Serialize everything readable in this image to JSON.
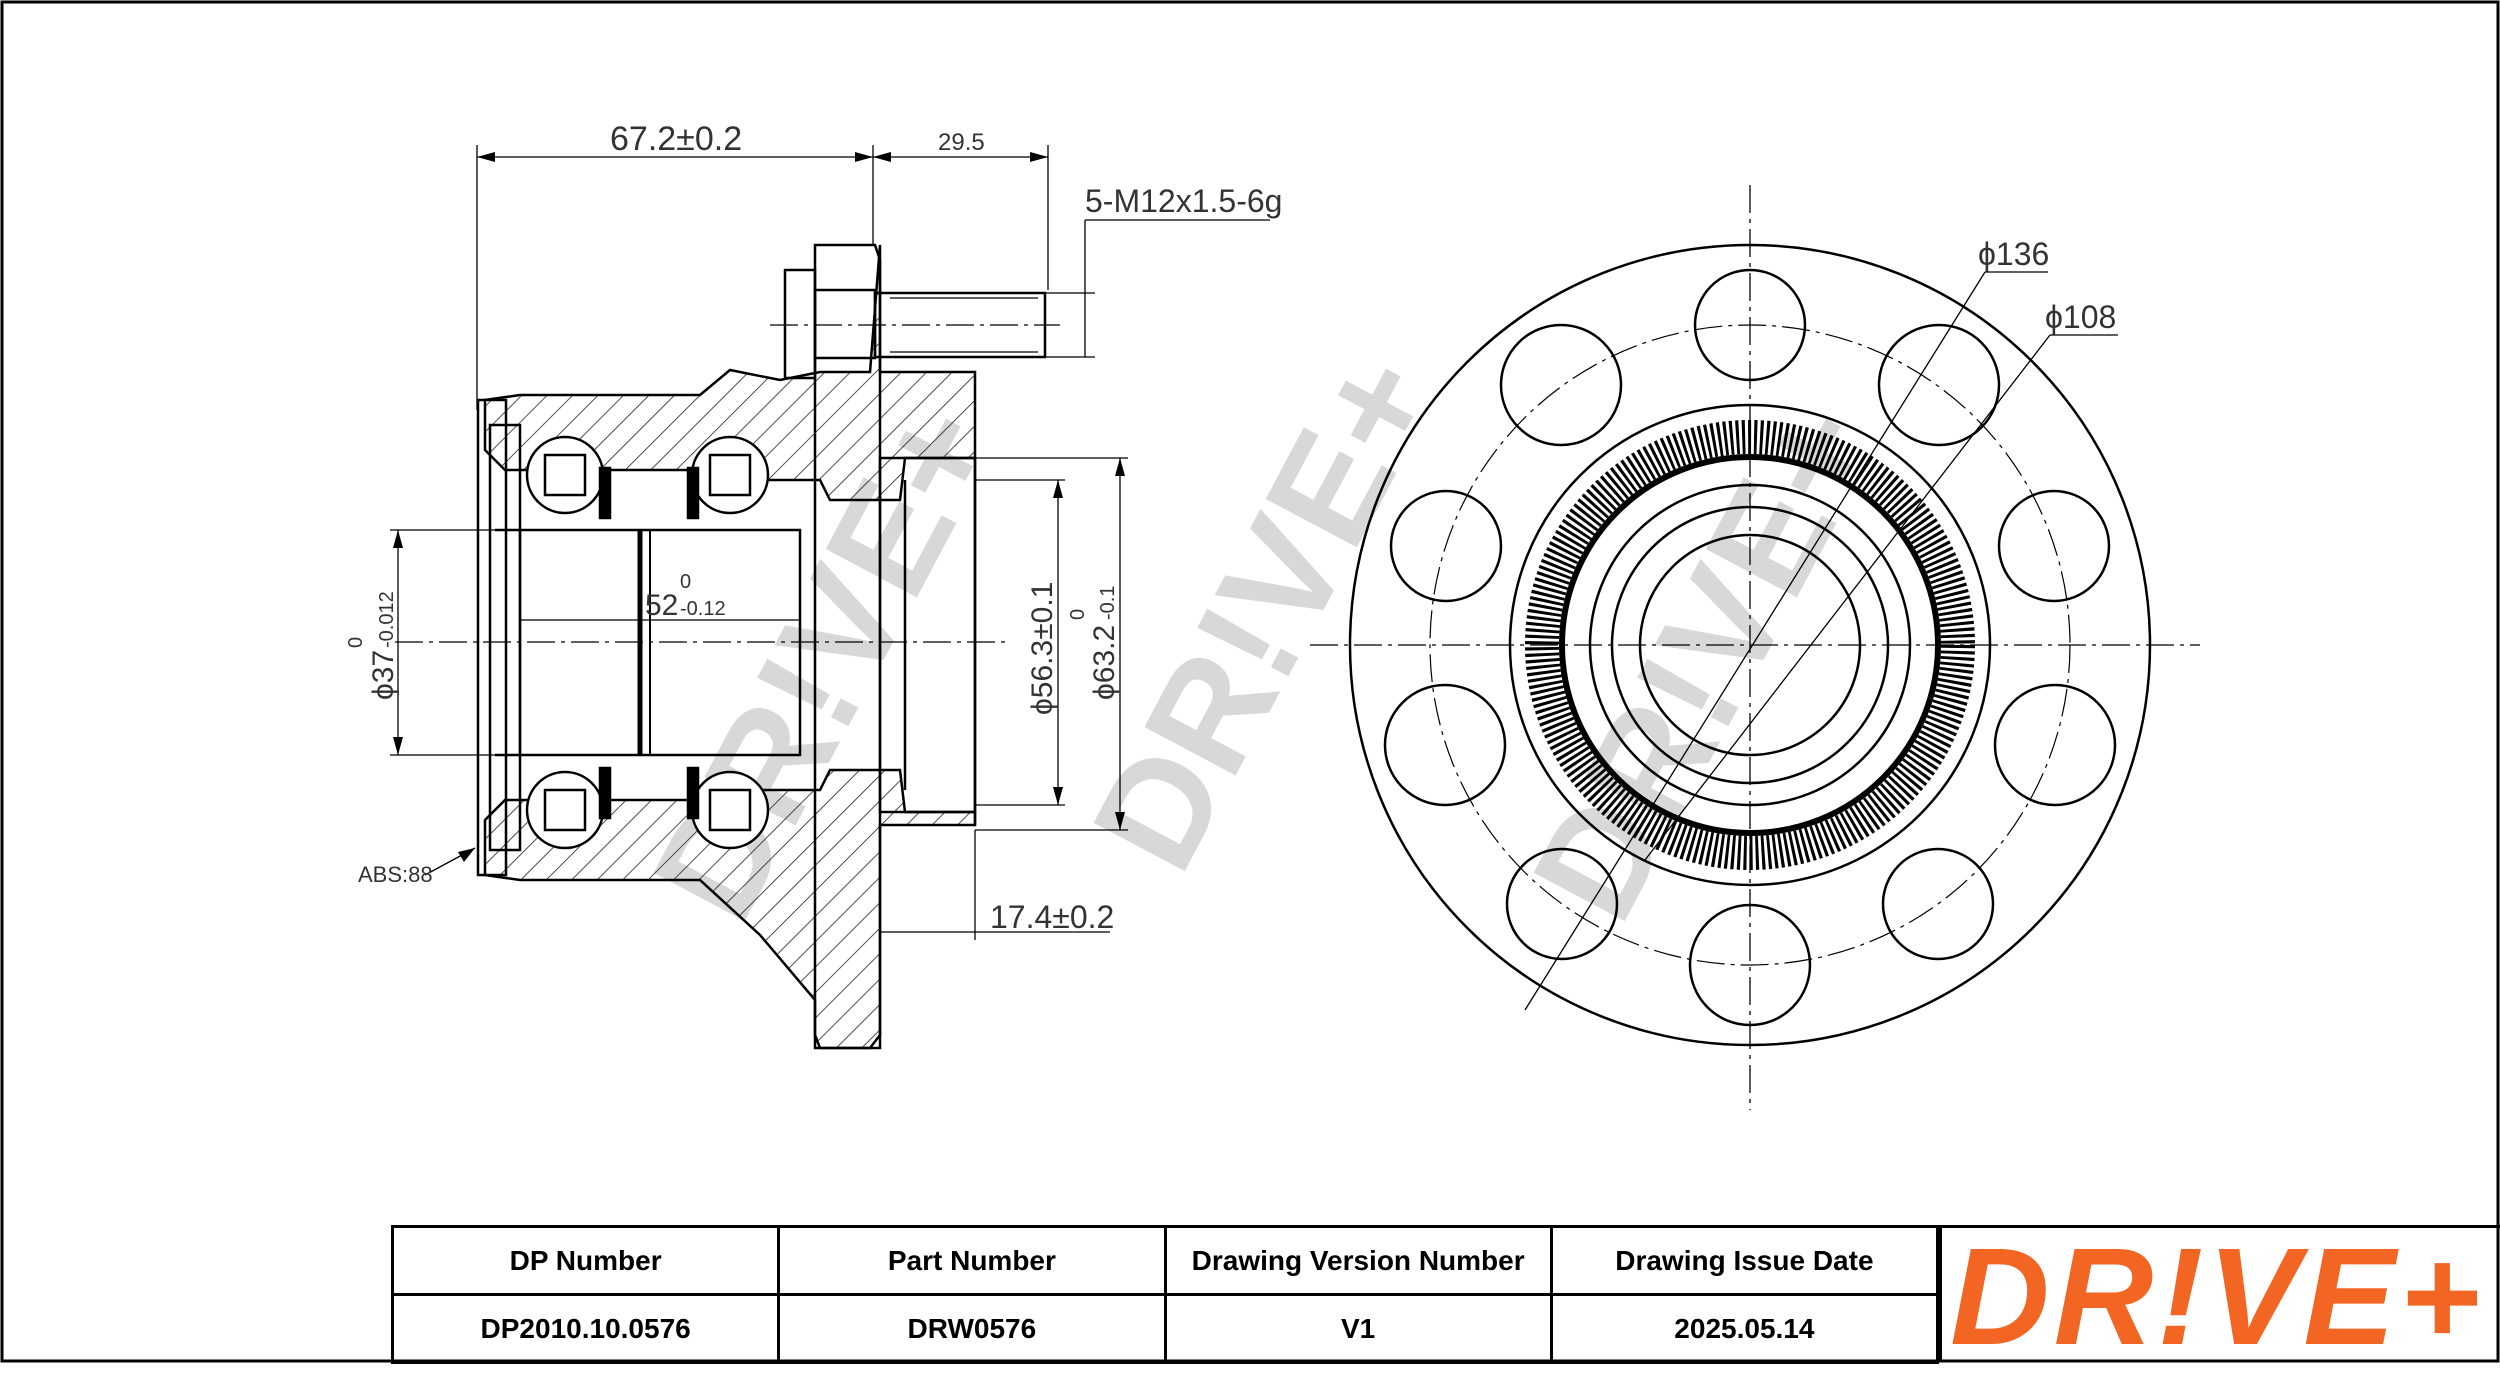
{
  "brand": {
    "watermark_text": "DR!VE+",
    "logo_text": "DR!VE+",
    "logo_color": "#f26522",
    "watermark_color": "#d8d8d8"
  },
  "dimensions": {
    "overall_length": "67.2±0.2",
    "stud_length": "29.5",
    "thread_spec": "5-M12x1.5-6g",
    "pcd_outer": "ϕ136",
    "pcd_inner": "ϕ108",
    "inner_diameter": "ϕ37",
    "inner_diameter_tol_upper": "0",
    "inner_diameter_tol_lower": "-0.012",
    "bearing_width": "52",
    "bearing_width_tol_upper": "0",
    "bearing_width_tol_lower": "-0.12",
    "pilot_diameter": "ϕ56.3±0.1",
    "spigot_diameter": "ϕ63.2",
    "spigot_diameter_tol_upper": "0",
    "spigot_diameter_tol_lower": "-0.1",
    "flange_offset": "17.4±0.2",
    "abs_label": "ABS:88"
  },
  "title_block": {
    "headers": [
      "DP Number",
      "Part Number",
      "Drawing Version Number",
      "Drawing Issue Date"
    ],
    "values": [
      "DP2010.10.0576",
      "DRW0576",
      "V1",
      "2025.05.14"
    ]
  }
}
